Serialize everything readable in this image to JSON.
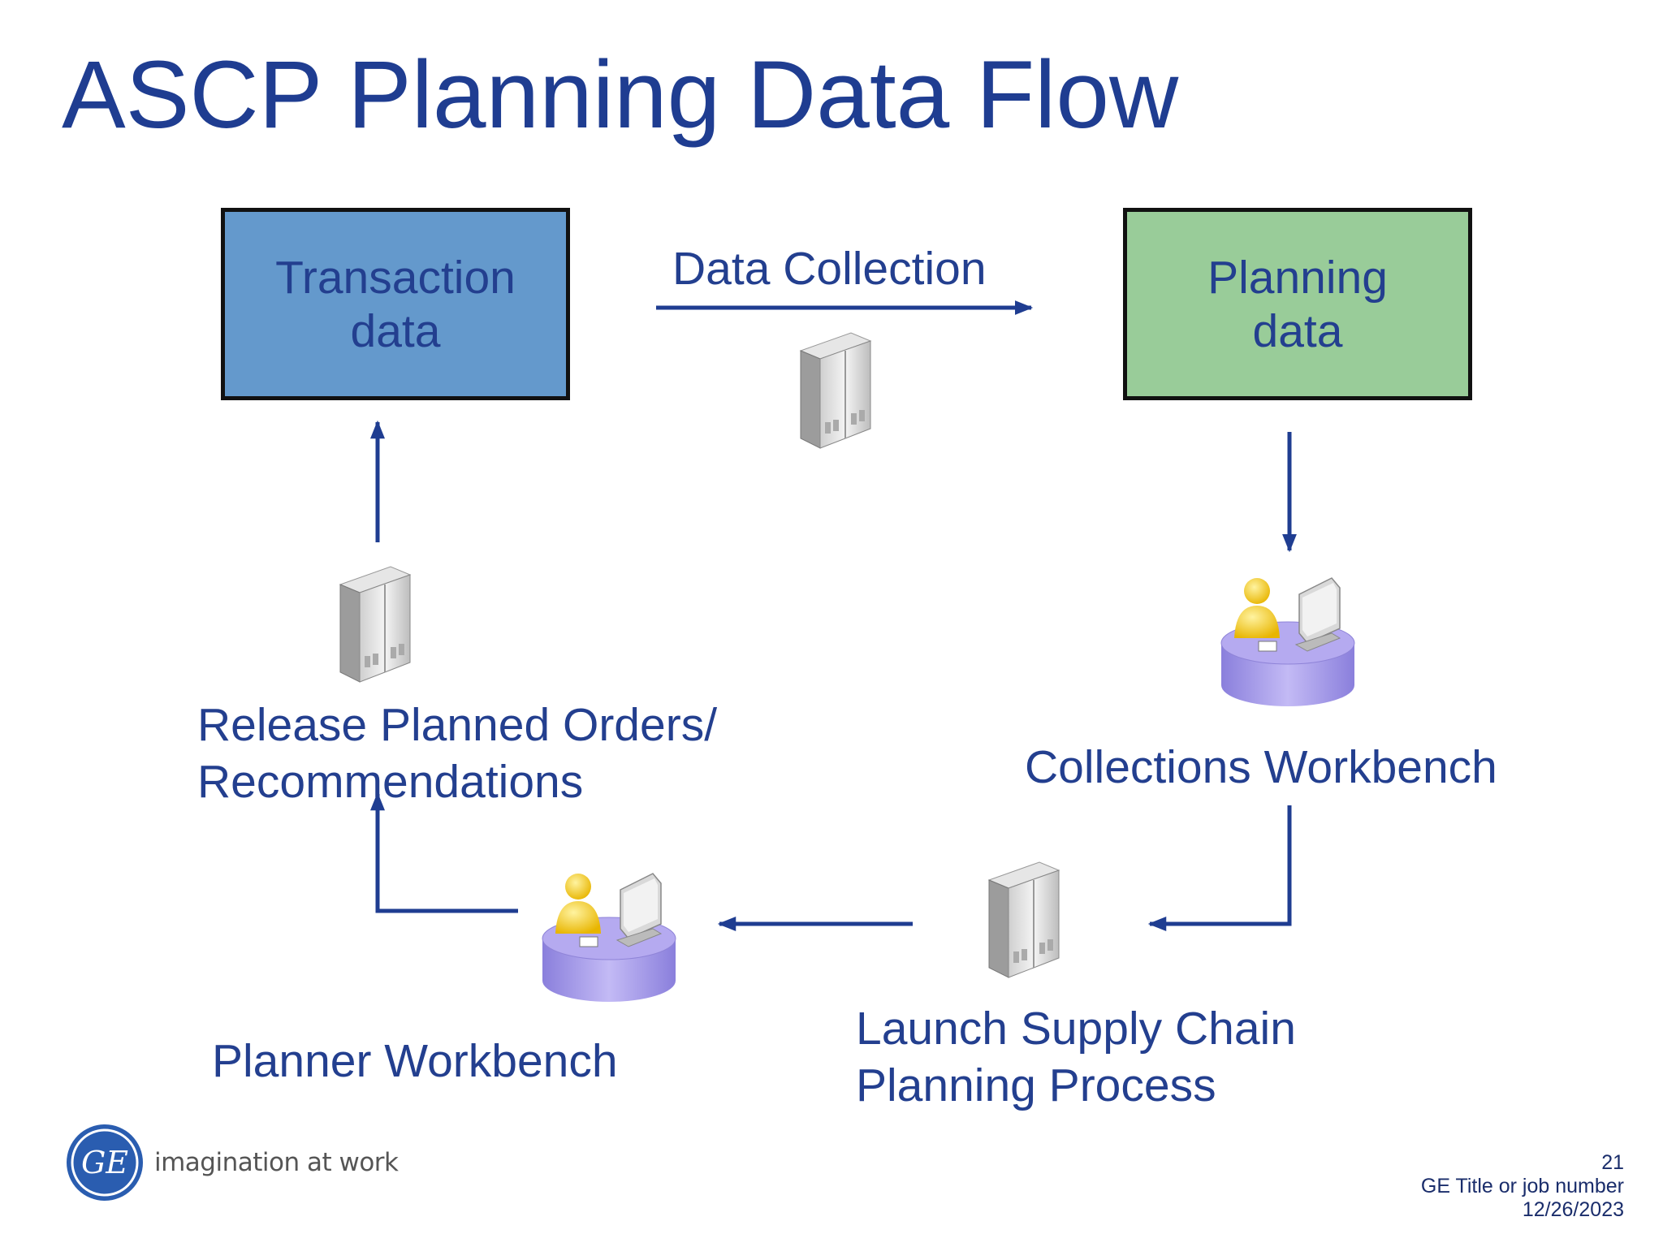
{
  "slide": {
    "title": "ASCP Planning Data Flow"
  },
  "nodes": {
    "transaction": {
      "line1": "Transaction",
      "line2": "data"
    },
    "planning": {
      "line1": "Planning",
      "line2": "data"
    }
  },
  "labels": {
    "data_collection": "Data Collection",
    "release_line1": "Release Planned Orders/",
    "release_line2": "Recommendations",
    "collections_workbench": "Collections Workbench",
    "planner_workbench": "Planner Workbench",
    "launch_line1": "Launch Supply Chain",
    "launch_line2": "Planning Process"
  },
  "footer": {
    "logo_text": "GE",
    "tagline": "imagination at work",
    "page_number": "21",
    "job_title": "GE Title or job number",
    "date": "12/26/2023"
  },
  "colors": {
    "title": "#1f3d91",
    "arrow": "#1f3d91",
    "transaction_box": "#6499cc",
    "planning_box": "#99cc99",
    "desk": "#a99be6"
  },
  "icons": {
    "server": "server-icon",
    "workstation": "user-at-computer-icon",
    "logo": "ge-logo-icon"
  }
}
